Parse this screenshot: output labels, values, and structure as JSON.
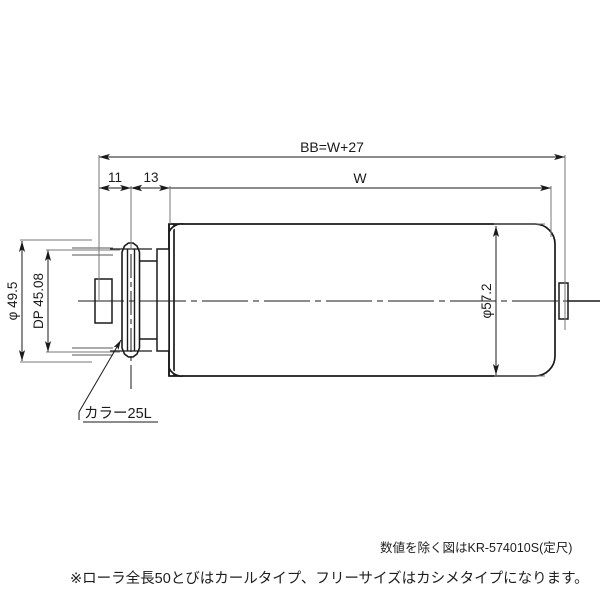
{
  "drawing": {
    "title": "Roller dimensional drawing",
    "dimensions": {
      "overall_bb": "BB=W+27",
      "width_w": "W",
      "left_seg_1": "11",
      "left_seg_2": "13",
      "outer_dia": "φ 49.5",
      "dp_dia": "DP 45.08",
      "roller_dia": "φ57.2"
    },
    "callouts": {
      "collar": "カラー25L"
    },
    "colors": {
      "line": "#1a1a1a",
      "thin_line": "#4d4d4d",
      "background": "#ffffff"
    }
  },
  "notes": {
    "reference": "数値を除く図はKR-574010S(定尺)",
    "main": "※ローラ全長50とびはカールタイプ、フリーサイズはカシメタイプになります。"
  }
}
